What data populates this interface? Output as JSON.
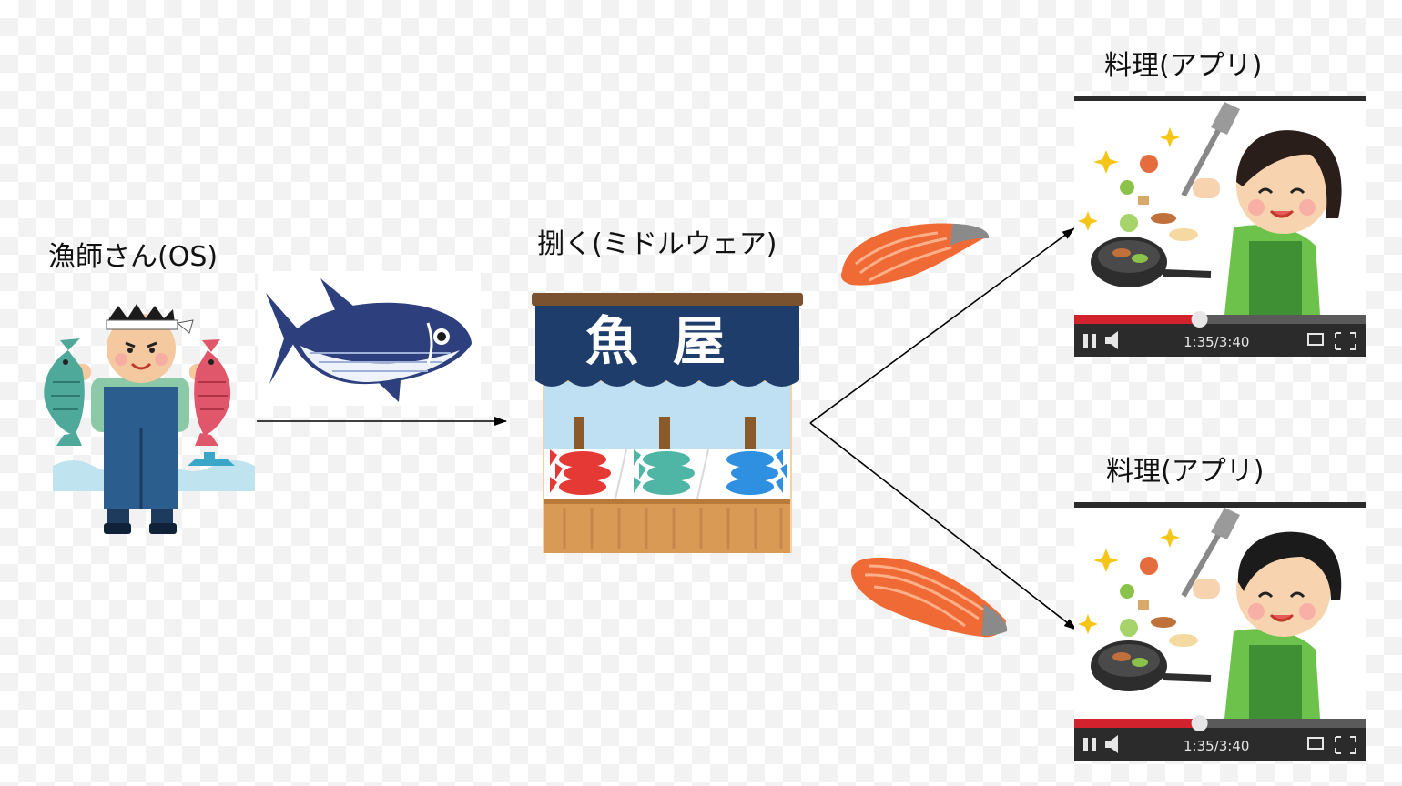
{
  "labels": {
    "fisherman": "漁師さん(OS)",
    "middleware": "捌く(ミドルウェア)",
    "app_top": "料理(アプリ)",
    "app_bottom": "料理(アプリ)"
  },
  "shop_sign": [
    "魚",
    "屋"
  ],
  "video": {
    "time": "1:35/3:40",
    "progress": 0.43
  },
  "colors": {
    "navy": "#1f3d6b",
    "salmon": "#f06a35",
    "video_bar": "#2b2b2b",
    "progress_red": "#d2222d",
    "apron_green": "#6cc24a"
  }
}
